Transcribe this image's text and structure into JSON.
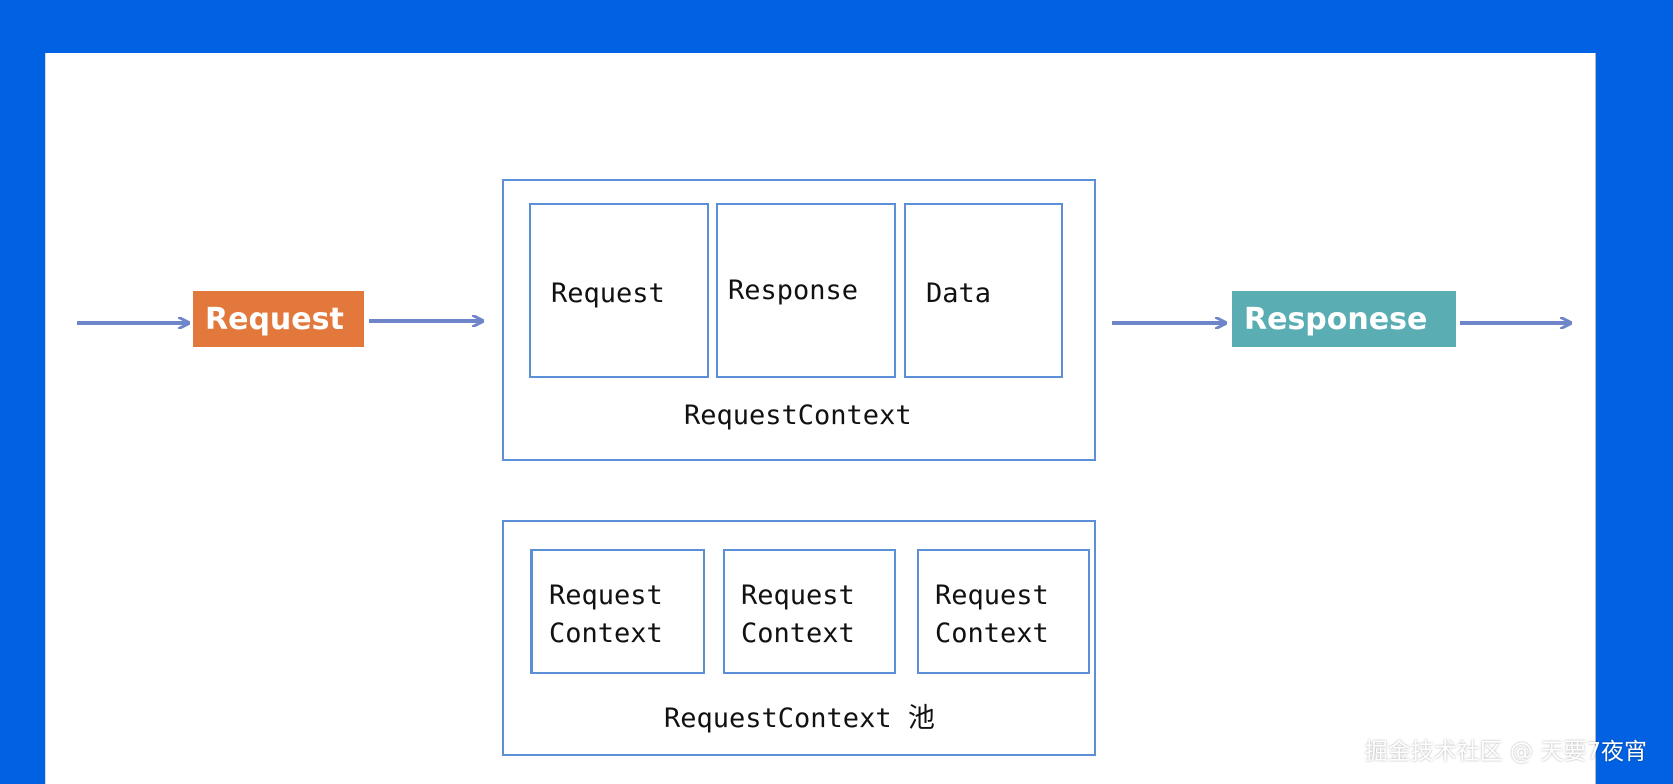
{
  "diagram": {
    "input_label": "Request",
    "output_label": "Responese",
    "request_context": {
      "title": "RequestContext",
      "members": [
        "Request",
        "Response",
        "Data"
      ]
    },
    "pool": {
      "title": "RequestContext 池",
      "items": [
        {
          "line1": "Request",
          "line2": "Context"
        },
        {
          "line1": "Request",
          "line2": "Context"
        },
        {
          "line1": "Request",
          "line2": "Context"
        }
      ]
    }
  },
  "footer": {
    "watermark": "掘金技术社区 @ 天要7夜宵"
  },
  "colors": {
    "background": "#0062E3",
    "request_tag": "#E2783B",
    "response_tag": "#5AAEB3",
    "frame": "#5B8FD6",
    "arrow": "#6E86C9"
  }
}
